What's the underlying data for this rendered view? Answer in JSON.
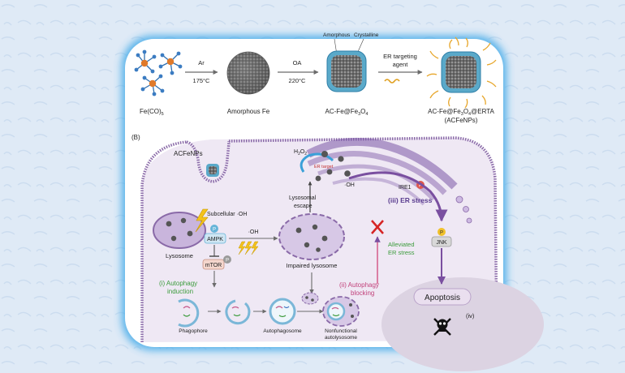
{
  "panelA": {
    "steps": [
      {
        "label": "Fe(CO)",
        "sub": "5"
      },
      {
        "label": "Amorphous Fe"
      },
      {
        "label": "AC-Fe@Fe",
        "sub1": "3",
        "mid": "O",
        "sub2": "4"
      },
      {
        "label": "AC-Fe@Fe",
        "sub1": "3",
        "mid": "O",
        "sub2": "4",
        "tail": "@ERTA",
        "line2": "(ACFeNPs)"
      }
    ],
    "arrow1": {
      "top": "Ar",
      "bottom": "175°C"
    },
    "arrow2": {
      "top": "OA",
      "bottom": "220°C"
    },
    "arrow3": {
      "top": "ER targeting",
      "bottom": "agent"
    },
    "amorphous": "Amorphous",
    "crystalline": "Crystalline"
  },
  "panelB": {
    "tag": "(B)",
    "acfenps": "ACFeNPs",
    "h2o2": "H",
    "h2o2_sub1": "2",
    "h2o2_mid": "O",
    "h2o2_sub2": "2",
    "er_target": "ER target",
    "oh_er": "·OH",
    "ire1": "IRE1",
    "p": "P",
    "er_stress": "(iii) ER stress",
    "lysosomal_escape_1": "Lysosomal",
    "lysosomal_escape_2": "escape",
    "subcellular_oh": "Subcellular ·OH",
    "ampk": "AMPK",
    "oh_lyso": "·OH",
    "lysosome": "Lysosome",
    "impaired_lysosome": "Impaired lysosome",
    "mtor": "mTOR",
    "alleviated_1": "Alleviated",
    "alleviated_2": "ER stress",
    "jnk": "JNK",
    "autophagy_induction_1": "(i) Autophagy",
    "autophagy_induction_2": "induction",
    "autophagy_blocking_1": "(ii) Autophagy",
    "autophagy_blocking_2": "blocking",
    "apoptosis": "Apoptosis",
    "iv": "(iv)",
    "phagophore": "Phagophore",
    "autophagosome": "Autophagosome",
    "nonfunctional_1": "Nonfunctional",
    "nonfunctional_2": "autolysosome"
  },
  "colors": {
    "frame_glow": "#3aa7e8",
    "membrane": "#8a6aa8",
    "cytoplasm": "#efe8f4",
    "vesicle": "#c9b5dc",
    "nucleus": "#dcd3e2",
    "er_stress": "#5a3d8f",
    "green": "#3b9b3b",
    "pink": "#c1417a",
    "red": "#d62424",
    "arrow": "#666666"
  }
}
